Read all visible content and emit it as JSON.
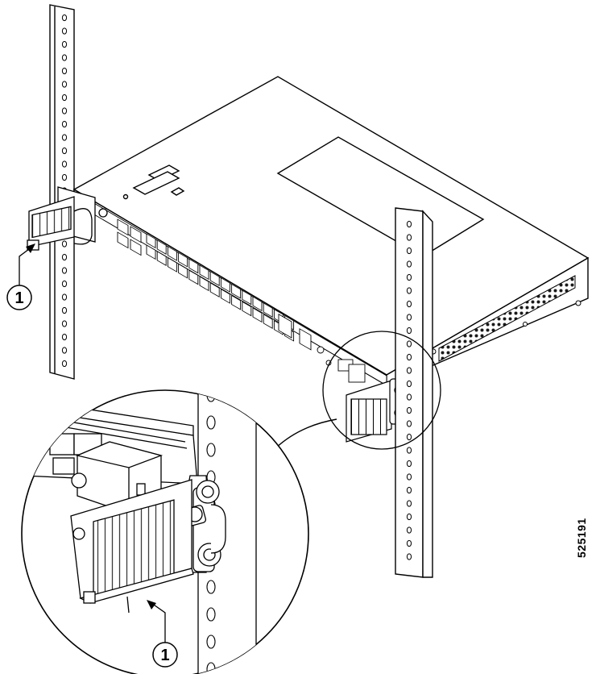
{
  "figure": {
    "id_label": "525191",
    "callouts": [
      {
        "number": "1"
      },
      {
        "number": "1"
      }
    ]
  },
  "colors": {
    "line": "#000000",
    "background": "#ffffff",
    "vent_fill": "#1a1a1a",
    "shade": "#e6e6e6"
  },
  "icons": [
    "rack-rail",
    "router-chassis",
    "rack-mount-bracket",
    "cable-guide",
    "callout-circle",
    "leader-arrow",
    "magnify-circle"
  ]
}
